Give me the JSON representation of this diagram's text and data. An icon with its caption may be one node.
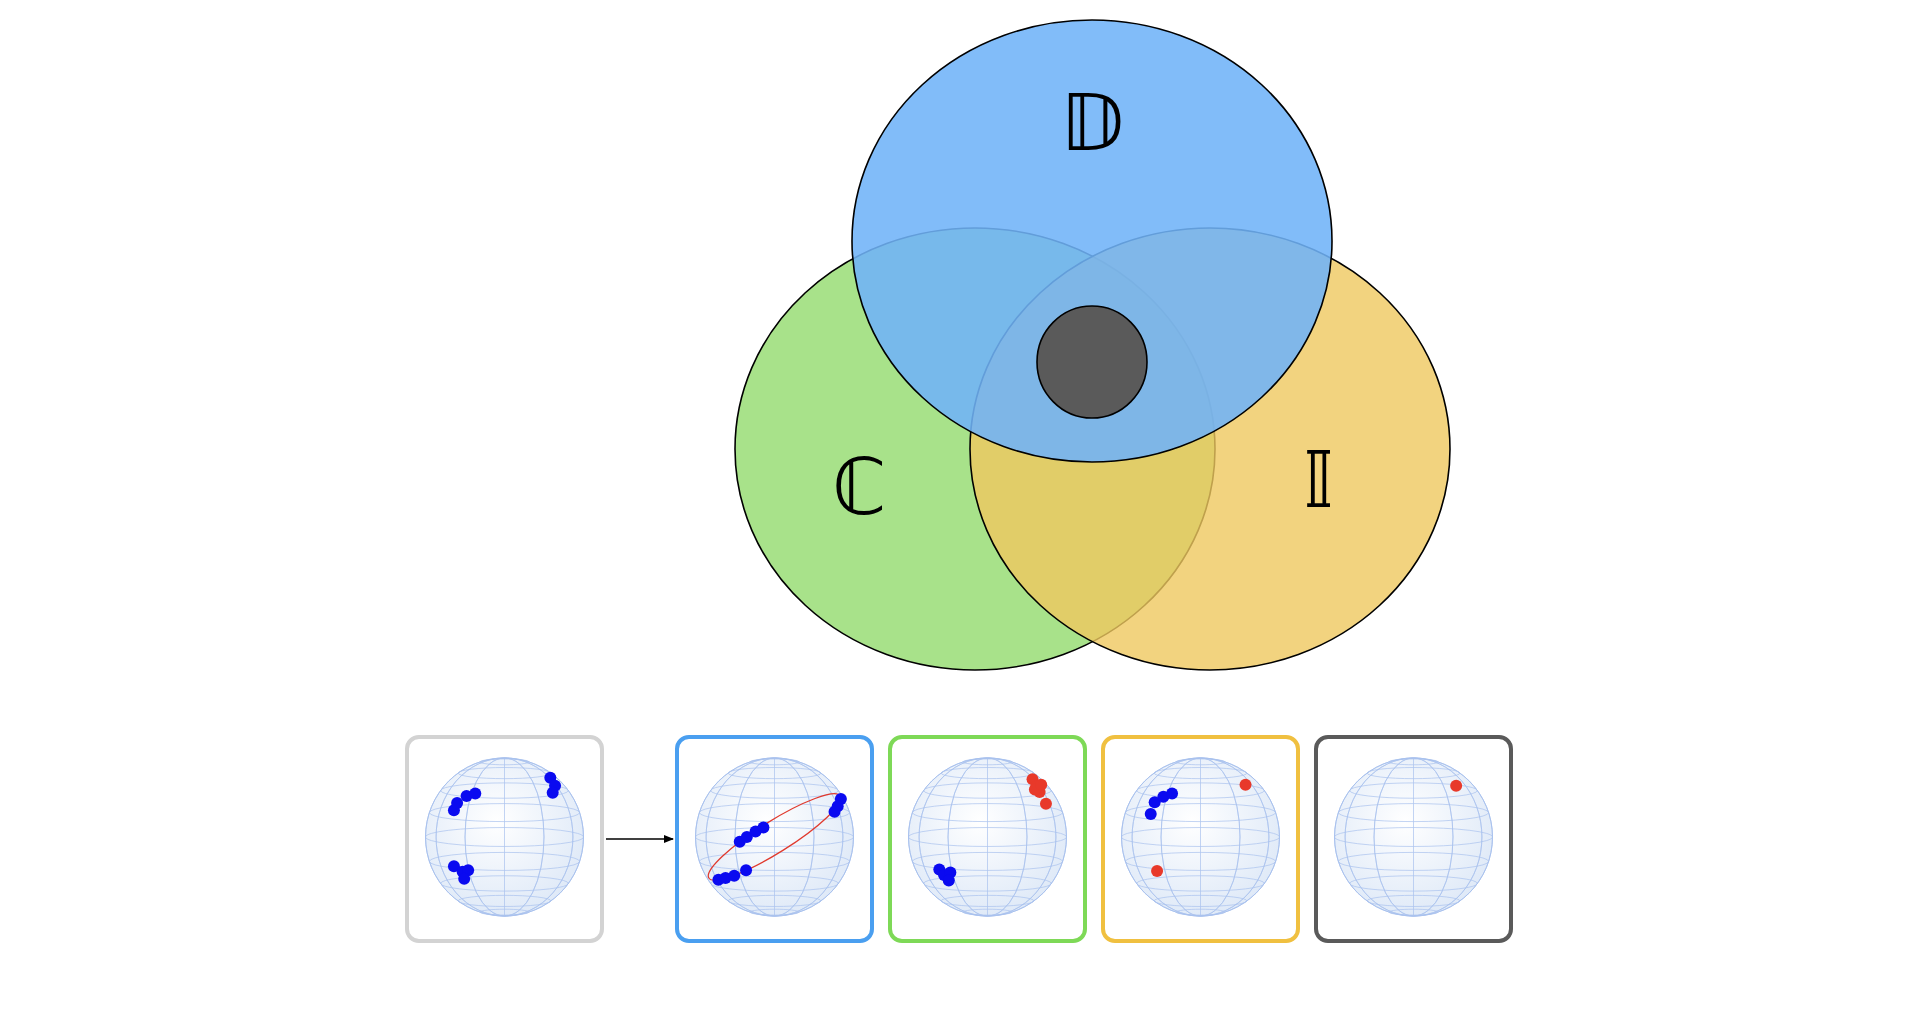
{
  "diagram": {
    "nodes": [
      {
        "text": [
          "𝔻"
        ]
      },
      {
        "text": [
          "ℂ"
        ]
      },
      {
        "text": [
          "𝕀"
        ]
      },
      {
        "text": [],
        "shape": "circle"
      },
      {
        "text": [],
        "shape": "picture"
      },
      {
        "text": [],
        "shape": "picture"
      },
      {
        "text": [],
        "shape": "picture"
      },
      {
        "text": [],
        "shape": "picture"
      },
      {
        "text": [],
        "shape": "picture"
      }
    ],
    "edges": [
      {
        "from": 4,
        "to": 5,
        "arrow": "to"
      }
    ]
  }
}
